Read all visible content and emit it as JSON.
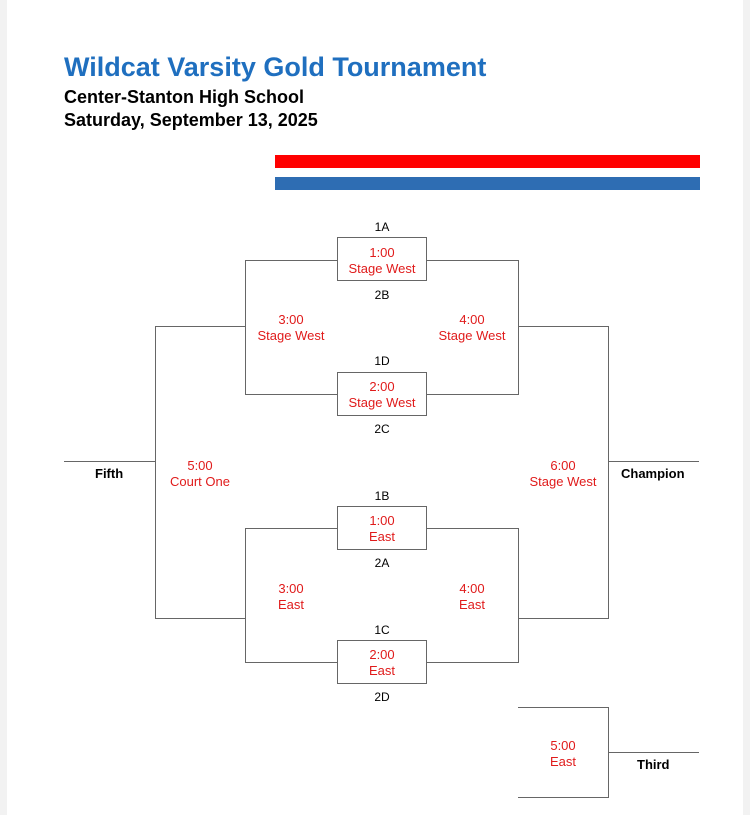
{
  "header": {
    "title": "Wildcat Varsity Gold Tournament",
    "school": "Center-Stanton High School",
    "date": "Saturday, September 13, 2025"
  },
  "colors": {
    "title": "#1f6fbf",
    "stripe_red": "#ff0000",
    "stripe_blue": "#2e6db3",
    "game_text": "#e01b1b"
  },
  "seeds": {
    "s1a": "1A",
    "s2b": "2B",
    "s1d": "1D",
    "s2c": "2C",
    "s1b": "1B",
    "s2a": "2A",
    "s1c": "1C",
    "s2d": "2D"
  },
  "games": {
    "g1": {
      "time": "1:00",
      "court": "Stage West"
    },
    "g2": {
      "time": "2:00",
      "court": "Stage West"
    },
    "g3": {
      "time": "3:00",
      "court": "Stage West"
    },
    "g4": {
      "time": "4:00",
      "court": "Stage West"
    },
    "g5": {
      "time": "1:00",
      "court": "East"
    },
    "g6": {
      "time": "2:00",
      "court": "East"
    },
    "g7": {
      "time": "3:00",
      "court": "East"
    },
    "g8": {
      "time": "4:00",
      "court": "East"
    },
    "g9": {
      "time": "5:00",
      "court": "Court One"
    },
    "g10": {
      "time": "6:00",
      "court": "Stage West"
    },
    "g11": {
      "time": "5:00",
      "court": "East"
    }
  },
  "places": {
    "fifth": "Fifth",
    "champion": "Champion",
    "third": "Third"
  }
}
